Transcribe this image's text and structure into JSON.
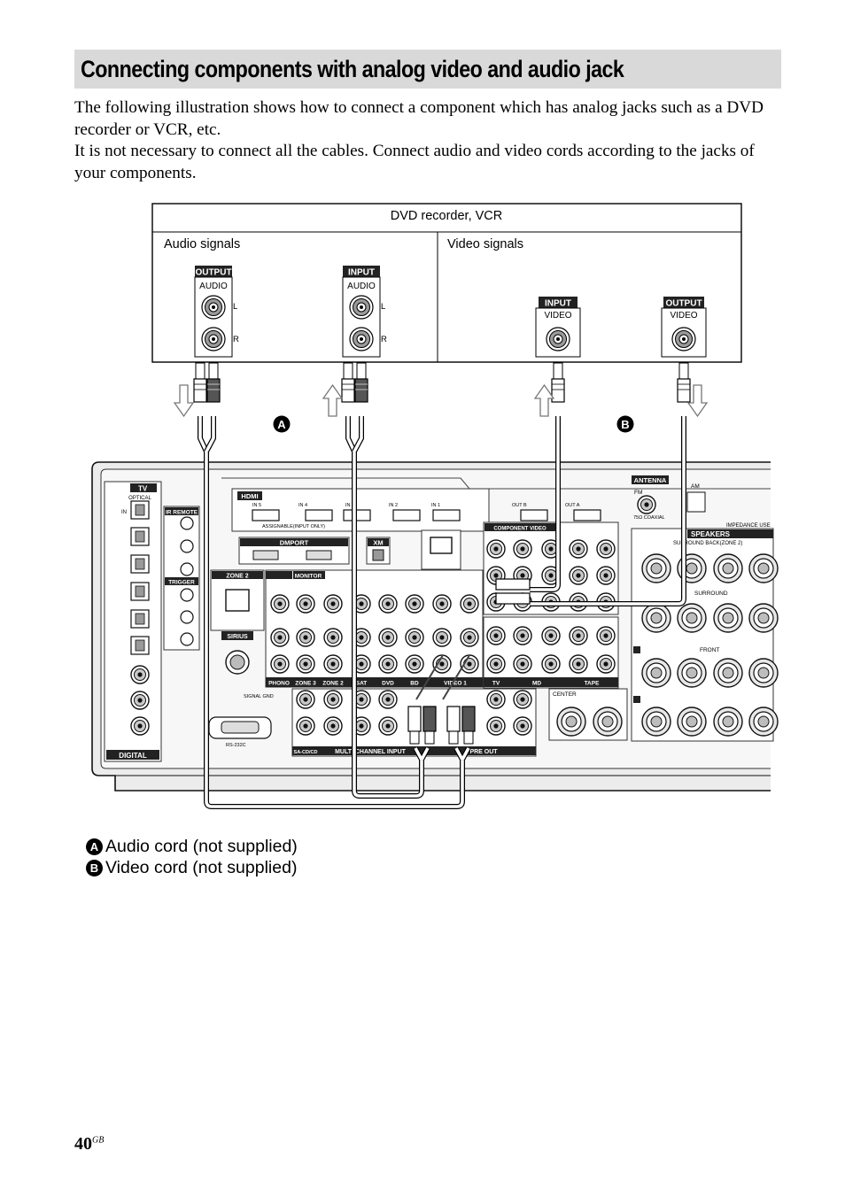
{
  "heading": "Connecting components with analog video and audio jack",
  "intro": [
    "The following illustration shows how to connect a component which has analog jacks such as a DVD recorder or VCR, etc.",
    "It is not necessary to connect all the cables. Connect audio and video cords according to the jacks of your components."
  ],
  "component_box": {
    "title": "DVD recorder, VCR",
    "audio_header": "Audio signals",
    "video_header": "Video signals",
    "jack_groups": [
      {
        "badge": "OUTPUT",
        "type": "AUDIO",
        "ch1": "L",
        "ch2": "R"
      },
      {
        "badge": "INPUT",
        "type": "AUDIO",
        "ch1": "L",
        "ch2": "R"
      },
      {
        "badge": "INPUT",
        "type": "VIDEO"
      },
      {
        "badge": "OUTPUT",
        "type": "VIDEO"
      }
    ]
  },
  "markers": {
    "a": "A",
    "b": "B"
  },
  "receiver": {
    "tv_label": "TV",
    "optical": "OPTICAL",
    "in": "IN",
    "ir_remote": "IR REMOTE",
    "trigger": "TRIGGER",
    "hdmi": "HDMI",
    "hdmi_inputs": [
      "IN 5",
      "IN 4",
      "IN 3",
      "IN 2",
      "IN 1",
      "OUT B",
      "OUT A"
    ],
    "assignable": "ASSIGNABLE(INPUT ONLY)",
    "antenna": "ANTENNA",
    "fm": "FM",
    "am": "AM",
    "coaxial": "75Ω COAXIAL",
    "impedance": "IMPEDANCE USE",
    "speakers": "SPEAKERS",
    "surround_back": "SURROUND BACK(ZONE 2)",
    "surround": "SURROUND",
    "front": "FRONT",
    "center": "CENTER",
    "dmport": "DMPORT",
    "xm": "XM",
    "zone2": "ZONE 2",
    "monitor": "MONITOR",
    "component_video": "COMPONENT VIDEO",
    "sirius": "SIRIUS",
    "digital": "DIGITAL",
    "rs232c": "RS-232C",
    "signal_gnd": "SIGNAL GND",
    "bottom_labels": [
      "PHONO",
      "ZONE 3",
      "ZONE 2",
      "SAT",
      "DVD",
      "BD",
      "VIDEO 1",
      "TV",
      "MD",
      "TAPE"
    ],
    "multi_channel": "MULTI CHANNEL INPUT",
    "pre_out": "PRE OUT",
    "sa_cd": "SA-CD/CD"
  },
  "legend": [
    {
      "mark": "A",
      "text": "Audio cord (not supplied)"
    },
    {
      "mark": "B",
      "text": "Video cord (not supplied)"
    }
  ],
  "page": {
    "number": "40",
    "suffix": "GB"
  }
}
